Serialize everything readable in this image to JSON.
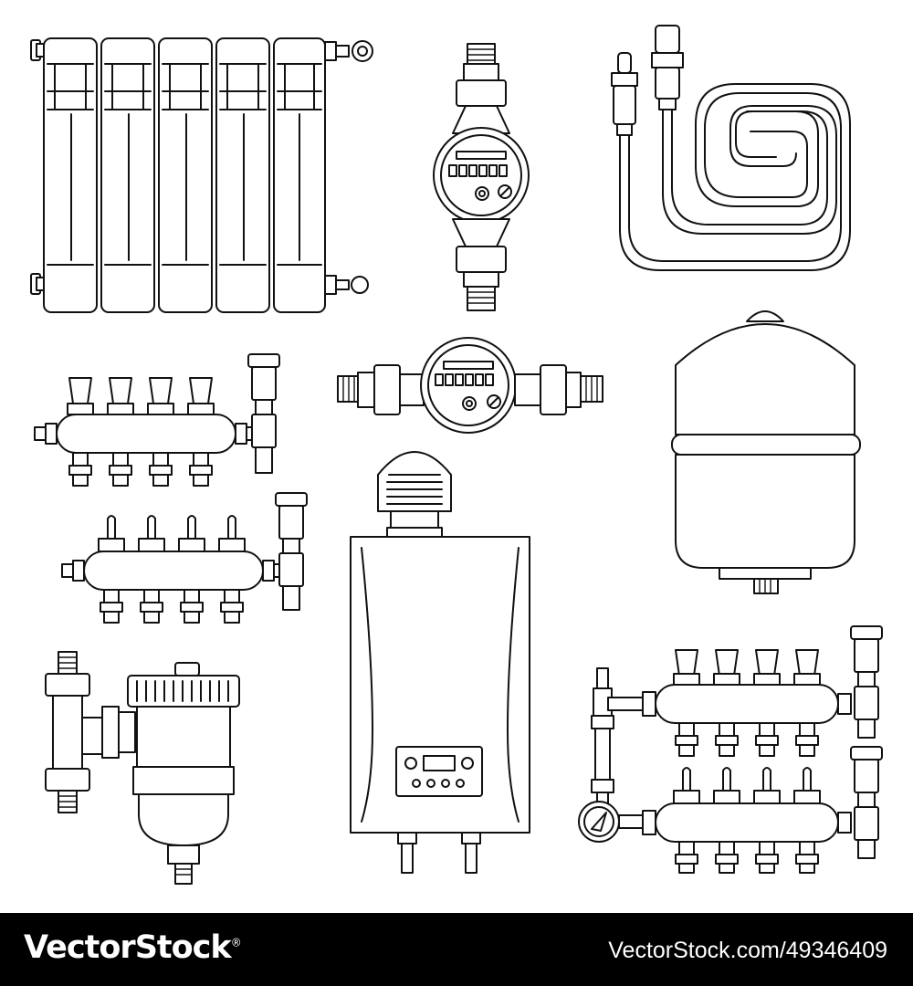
{
  "footer": {
    "logo_text": "VectorStock",
    "logo_mark": "®",
    "stock_id": "VectorStock.com/49346409"
  },
  "meters": {
    "top_digits": 6,
    "side_digits": 6
  },
  "boiler": {
    "display_buttons": 4
  },
  "colors": {
    "line": "#111111",
    "background": "#ffffff",
    "footer_background": "#000000",
    "footer_text": "#ffffff"
  }
}
